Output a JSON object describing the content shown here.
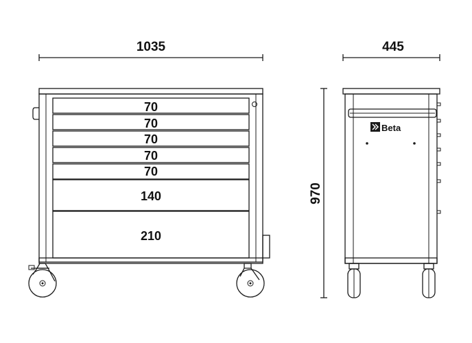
{
  "dimensions": {
    "width": "1035",
    "depth": "445",
    "height": "970"
  },
  "drawers": [
    {
      "label": "70"
    },
    {
      "label": "70"
    },
    {
      "label": "70"
    },
    {
      "label": "70"
    },
    {
      "label": "70"
    },
    {
      "label": "140"
    },
    {
      "label": "210"
    }
  ],
  "logo": {
    "text": "Beta"
  },
  "colors": {
    "line": "#1a1a1a",
    "background": "#ffffff"
  }
}
